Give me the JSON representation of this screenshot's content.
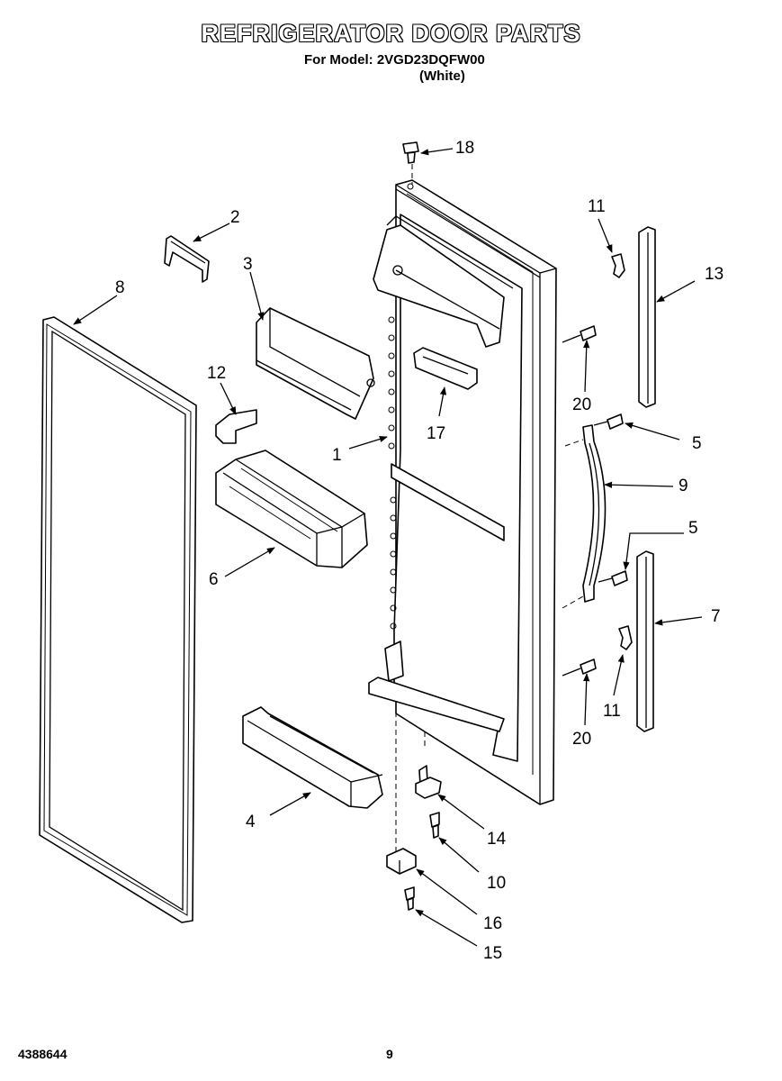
{
  "header": {
    "title": "REFRIGERATOR DOOR PARTS",
    "model": "For Model: 2VGD23DQFW00",
    "color": "(White)"
  },
  "footer": {
    "doc_number": "4388644",
    "page_number": "9"
  },
  "callouts": {
    "c1": "1",
    "c2": "2",
    "c3": "3",
    "c4": "4",
    "c5a": "5",
    "c5b": "5",
    "c6": "6",
    "c7": "7",
    "c8": "8",
    "c9": "9",
    "c10": "10",
    "c11a": "11",
    "c11b": "11",
    "c12": "12",
    "c13": "13",
    "c14": "14",
    "c15": "15",
    "c16": "16",
    "c17": "17",
    "c18": "18",
    "c20a": "20",
    "c20b": "20"
  }
}
